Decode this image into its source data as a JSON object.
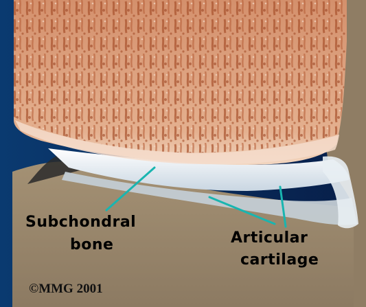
{
  "labels": {
    "subchondral_line1": "Subchondral",
    "subchondral_line2": "bone",
    "articular_line1": "Articular",
    "articular_line2": "cartilage"
  },
  "copyright": "©MMG 2001",
  "colors": {
    "background": "#0a2a5a",
    "bone_pink": "#e8b89a",
    "bone_speckle": "#b0562c",
    "cartilage": "#dfe9f2",
    "tissue": "#9a8870",
    "leader_line": "#19b5b0"
  }
}
